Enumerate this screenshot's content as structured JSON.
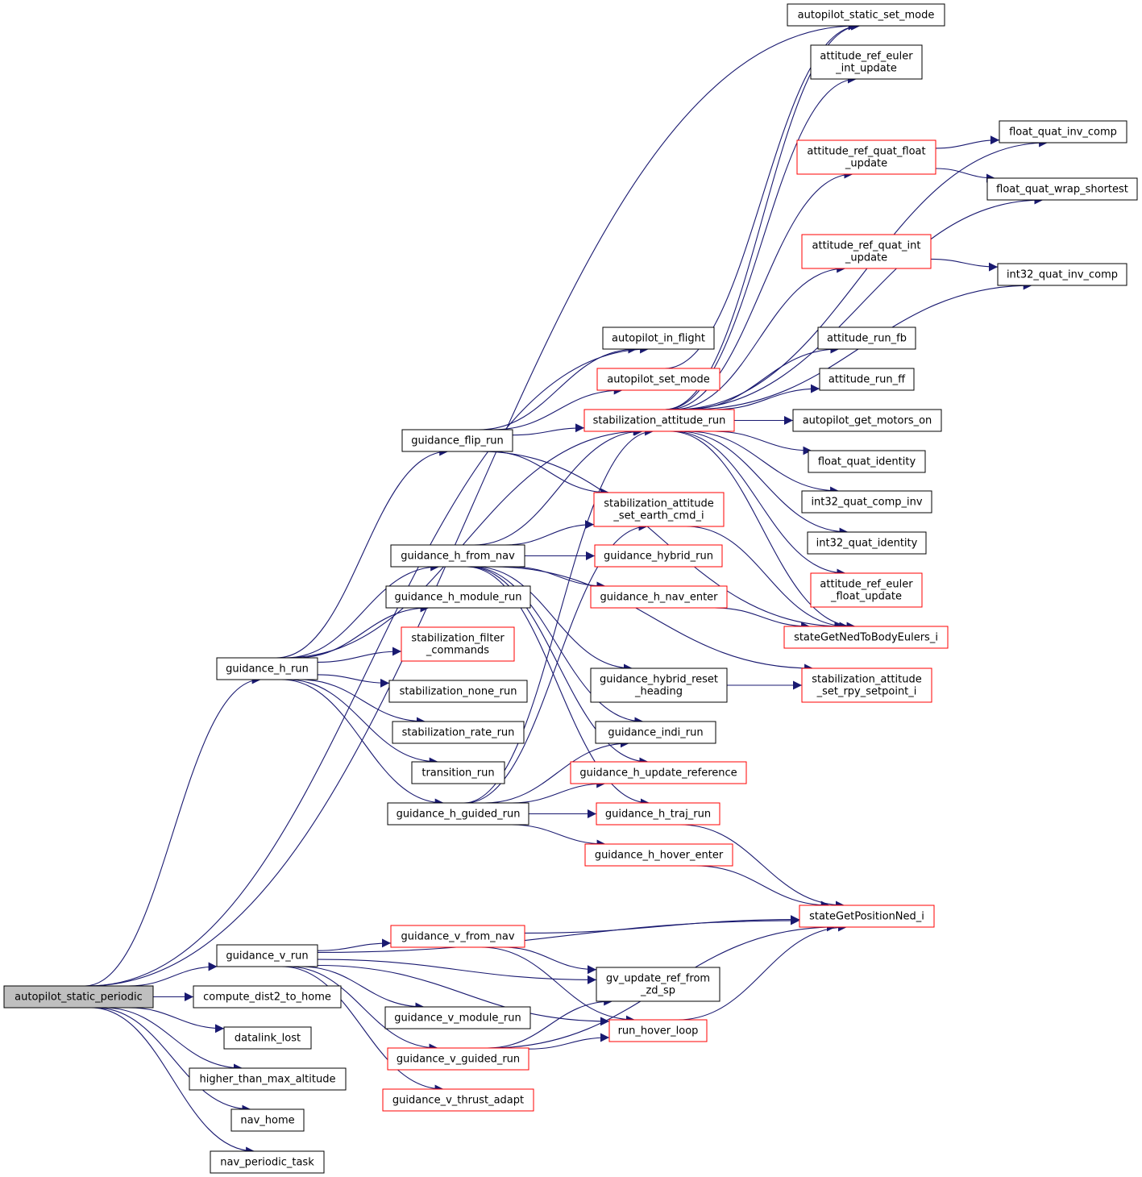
{
  "colors": {
    "edge": "#191970",
    "box_border_black": "#000000",
    "box_border_red": "#ff0000",
    "root_fill": "#bfbfbf",
    "box_fill": "#ffffff",
    "text": "#000000"
  },
  "nodes": [
    {
      "id": "root",
      "lines": [
        "autopilot_static_periodic"
      ],
      "border": "black",
      "root": true
    },
    {
      "id": "compute_dist2_to_home",
      "lines": [
        "compute_dist2_to_home"
      ],
      "border": "black"
    },
    {
      "id": "datalink_lost",
      "lines": [
        "datalink_lost"
      ],
      "border": "black"
    },
    {
      "id": "higher_than_max_altitude",
      "lines": [
        "higher_than_max_altitude"
      ],
      "border": "black"
    },
    {
      "id": "nav_home",
      "lines": [
        "nav_home"
      ],
      "border": "black"
    },
    {
      "id": "nav_periodic_task",
      "lines": [
        "nav_periodic_task"
      ],
      "border": "black"
    },
    {
      "id": "guidance_h_run",
      "lines": [
        "guidance_h_run"
      ],
      "border": "black"
    },
    {
      "id": "guidance_v_run",
      "lines": [
        "guidance_v_run"
      ],
      "border": "black"
    },
    {
      "id": "guidance_flip_run",
      "lines": [
        "guidance_flip_run"
      ],
      "border": "black"
    },
    {
      "id": "guidance_h_from_nav",
      "lines": [
        "guidance_h_from_nav"
      ],
      "border": "black"
    },
    {
      "id": "guidance_h_module_run",
      "lines": [
        "guidance_h_module_run"
      ],
      "border": "black"
    },
    {
      "id": "stabilization_filter_commands",
      "lines": [
        "stabilization_filter",
        "_commands"
      ],
      "border": "red"
    },
    {
      "id": "stabilization_none_run",
      "lines": [
        "stabilization_none_run"
      ],
      "border": "black"
    },
    {
      "id": "stabilization_rate_run",
      "lines": [
        "stabilization_rate_run"
      ],
      "border": "black"
    },
    {
      "id": "transition_run",
      "lines": [
        "transition_run"
      ],
      "border": "black"
    },
    {
      "id": "guidance_h_guided_run",
      "lines": [
        "guidance_h_guided_run"
      ],
      "border": "black"
    },
    {
      "id": "guidance_v_from_nav",
      "lines": [
        "guidance_v_from_nav"
      ],
      "border": "red"
    },
    {
      "id": "guidance_v_module_run",
      "lines": [
        "guidance_v_module_run"
      ],
      "border": "black"
    },
    {
      "id": "guidance_v_guided_run",
      "lines": [
        "guidance_v_guided_run"
      ],
      "border": "red"
    },
    {
      "id": "guidance_v_thrust_adapt",
      "lines": [
        "guidance_v_thrust_adapt"
      ],
      "border": "red"
    },
    {
      "id": "autopilot_in_flight",
      "lines": [
        "autopilot_in_flight"
      ],
      "border": "black"
    },
    {
      "id": "autopilot_set_mode",
      "lines": [
        "autopilot_set_mode"
      ],
      "border": "red"
    },
    {
      "id": "stabilization_attitude_run",
      "lines": [
        "stabilization_attitude_run"
      ],
      "border": "red"
    },
    {
      "id": "stabilization_attitude_set_earth_cmd_i",
      "lines": [
        "stabilization_attitude",
        "_set_earth_cmd_i"
      ],
      "border": "red"
    },
    {
      "id": "guidance_hybrid_run",
      "lines": [
        "guidance_hybrid_run"
      ],
      "border": "red"
    },
    {
      "id": "guidance_h_nav_enter",
      "lines": [
        "guidance_h_nav_enter"
      ],
      "border": "red"
    },
    {
      "id": "guidance_hybrid_reset_heading",
      "lines": [
        "guidance_hybrid_reset",
        "_heading"
      ],
      "border": "black"
    },
    {
      "id": "guidance_indi_run",
      "lines": [
        "guidance_indi_run"
      ],
      "border": "black"
    },
    {
      "id": "guidance_h_update_reference",
      "lines": [
        "guidance_h_update_reference"
      ],
      "border": "red"
    },
    {
      "id": "guidance_h_traj_run",
      "lines": [
        "guidance_h_traj_run"
      ],
      "border": "red"
    },
    {
      "id": "guidance_h_hover_enter",
      "lines": [
        "guidance_h_hover_enter"
      ],
      "border": "red"
    },
    {
      "id": "gv_update_ref_from_zd_sp",
      "lines": [
        "gv_update_ref_from",
        "_zd_sp"
      ],
      "border": "black"
    },
    {
      "id": "run_hover_loop",
      "lines": [
        "run_hover_loop"
      ],
      "border": "red"
    },
    {
      "id": "autopilot_static_set_mode",
      "lines": [
        "autopilot_static_set_mode"
      ],
      "border": "black"
    },
    {
      "id": "attitude_ref_euler_int_update",
      "lines": [
        "attitude_ref_euler",
        "_int_update"
      ],
      "border": "black"
    },
    {
      "id": "attitude_ref_quat_float_update",
      "lines": [
        "attitude_ref_quat_float",
        "_update"
      ],
      "border": "red"
    },
    {
      "id": "attitude_ref_quat_int_update",
      "lines": [
        "attitude_ref_quat_int",
        "_update"
      ],
      "border": "red"
    },
    {
      "id": "attitude_run_fb",
      "lines": [
        "attitude_run_fb"
      ],
      "border": "black"
    },
    {
      "id": "attitude_run_ff",
      "lines": [
        "attitude_run_ff"
      ],
      "border": "black"
    },
    {
      "id": "autopilot_get_motors_on",
      "lines": [
        "autopilot_get_motors_on"
      ],
      "border": "black"
    },
    {
      "id": "float_quat_identity",
      "lines": [
        "float_quat_identity"
      ],
      "border": "black"
    },
    {
      "id": "int32_quat_comp_inv",
      "lines": [
        "int32_quat_comp_inv"
      ],
      "border": "black"
    },
    {
      "id": "int32_quat_identity",
      "lines": [
        "int32_quat_identity"
      ],
      "border": "black"
    },
    {
      "id": "attitude_ref_euler_float_update",
      "lines": [
        "attitude_ref_euler",
        "_float_update"
      ],
      "border": "red"
    },
    {
      "id": "stateGetNedToBodyEulers_i",
      "lines": [
        "stateGetNedToBodyEulers_i"
      ],
      "border": "red"
    },
    {
      "id": "stabilization_attitude_set_rpy_setpoint_i",
      "lines": [
        "stabilization_attitude",
        "_set_rpy_setpoint_i"
      ],
      "border": "red"
    },
    {
      "id": "stateGetPositionNed_i",
      "lines": [
        "stateGetPositionNed_i"
      ],
      "border": "red"
    },
    {
      "id": "float_quat_inv_comp",
      "lines": [
        "float_quat_inv_comp"
      ],
      "border": "black"
    },
    {
      "id": "float_quat_wrap_shortest",
      "lines": [
        "float_quat_wrap_shortest"
      ],
      "border": "black"
    },
    {
      "id": "int32_quat_inv_comp",
      "lines": [
        "int32_quat_inv_comp"
      ],
      "border": "black"
    }
  ],
  "edges": [
    {
      "from": "root",
      "to": "autopilot_static_set_mode"
    },
    {
      "from": "root",
      "to": "autopilot_in_flight"
    },
    {
      "from": "root",
      "to": "guidance_h_run"
    },
    {
      "from": "root",
      "to": "guidance_v_run"
    },
    {
      "from": "root",
      "to": "compute_dist2_to_home"
    },
    {
      "from": "root",
      "to": "datalink_lost"
    },
    {
      "from": "root",
      "to": "higher_than_max_altitude"
    },
    {
      "from": "root",
      "to": "nav_home"
    },
    {
      "from": "root",
      "to": "nav_periodic_task"
    },
    {
      "from": "guidance_h_run",
      "to": "guidance_flip_run"
    },
    {
      "from": "guidance_h_run",
      "to": "stabilization_attitude_run"
    },
    {
      "from": "guidance_h_run",
      "to": "guidance_h_from_nav"
    },
    {
      "from": "guidance_h_run",
      "to": "guidance_h_module_run"
    },
    {
      "from": "guidance_h_run",
      "to": "stabilization_filter_commands"
    },
    {
      "from": "guidance_h_run",
      "to": "stabilization_none_run"
    },
    {
      "from": "guidance_h_run",
      "to": "stabilization_rate_run"
    },
    {
      "from": "guidance_h_run",
      "to": "transition_run"
    },
    {
      "from": "guidance_h_run",
      "to": "guidance_h_guided_run"
    },
    {
      "from": "guidance_flip_run",
      "to": "autopilot_in_flight"
    },
    {
      "from": "guidance_flip_run",
      "to": "autopilot_set_mode"
    },
    {
      "from": "guidance_flip_run",
      "to": "stabilization_attitude_run"
    },
    {
      "from": "guidance_flip_run",
      "to": "stabilization_attitude_set_earth_cmd_i"
    },
    {
      "from": "guidance_flip_run",
      "to": "stateGetNedToBodyEulers_i"
    },
    {
      "from": "guidance_h_from_nav",
      "to": "stabilization_attitude_run"
    },
    {
      "from": "guidance_h_from_nav",
      "to": "stabilization_attitude_set_earth_cmd_i"
    },
    {
      "from": "guidance_h_from_nav",
      "to": "guidance_hybrid_run"
    },
    {
      "from": "guidance_h_from_nav",
      "to": "guidance_h_nav_enter"
    },
    {
      "from": "guidance_h_from_nav",
      "to": "guidance_hybrid_reset_heading"
    },
    {
      "from": "guidance_h_from_nav",
      "to": "guidance_indi_run"
    },
    {
      "from": "guidance_h_from_nav",
      "to": "guidance_h_update_reference"
    },
    {
      "from": "guidance_h_from_nav",
      "to": "guidance_h_traj_run"
    },
    {
      "from": "guidance_h_from_nav",
      "to": "stabilization_attitude_set_rpy_setpoint_i"
    },
    {
      "from": "guidance_h_guided_run",
      "to": "stabilization_attitude_run"
    },
    {
      "from": "guidance_h_guided_run",
      "to": "stabilization_attitude_set_earth_cmd_i"
    },
    {
      "from": "guidance_h_guided_run",
      "to": "guidance_indi_run"
    },
    {
      "from": "guidance_h_guided_run",
      "to": "guidance_h_update_reference"
    },
    {
      "from": "guidance_h_guided_run",
      "to": "guidance_h_traj_run"
    },
    {
      "from": "guidance_h_guided_run",
      "to": "guidance_h_hover_enter"
    },
    {
      "from": "autopilot_set_mode",
      "to": "autopilot_static_set_mode"
    },
    {
      "from": "stabilization_attitude_run",
      "to": "autopilot_static_set_mode"
    },
    {
      "from": "stabilization_attitude_run",
      "to": "attitude_ref_euler_int_update"
    },
    {
      "from": "stabilization_attitude_run",
      "to": "float_quat_inv_comp"
    },
    {
      "from": "stabilization_attitude_run",
      "to": "attitude_ref_quat_float_update"
    },
    {
      "from": "stabilization_attitude_run",
      "to": "float_quat_wrap_shortest"
    },
    {
      "from": "stabilization_attitude_run",
      "to": "attitude_ref_quat_int_update"
    },
    {
      "from": "stabilization_attitude_run",
      "to": "int32_quat_inv_comp"
    },
    {
      "from": "stabilization_attitude_run",
      "to": "attitude_run_fb"
    },
    {
      "from": "stabilization_attitude_run",
      "to": "attitude_run_ff"
    },
    {
      "from": "stabilization_attitude_run",
      "to": "autopilot_get_motors_on"
    },
    {
      "from": "stabilization_attitude_run",
      "to": "float_quat_identity"
    },
    {
      "from": "stabilization_attitude_run",
      "to": "int32_quat_comp_inv"
    },
    {
      "from": "stabilization_attitude_run",
      "to": "int32_quat_identity"
    },
    {
      "from": "stabilization_attitude_run",
      "to": "attitude_ref_euler_float_update"
    },
    {
      "from": "stabilization_attitude_run",
      "to": "stateGetNedToBodyEulers_i"
    },
    {
      "from": "attitude_ref_quat_float_update",
      "to": "float_quat_inv_comp"
    },
    {
      "from": "attitude_ref_quat_float_update",
      "to": "float_quat_wrap_shortest"
    },
    {
      "from": "attitude_ref_quat_int_update",
      "to": "int32_quat_inv_comp"
    },
    {
      "from": "stabilization_attitude_set_earth_cmd_i",
      "to": "stateGetNedToBodyEulers_i"
    },
    {
      "from": "guidance_h_nav_enter",
      "to": "stateGetNedToBodyEulers_i"
    },
    {
      "from": "guidance_hybrid_reset_heading",
      "to": "stabilization_attitude_set_rpy_setpoint_i"
    },
    {
      "from": "guidance_h_traj_run",
      "to": "stateGetPositionNed_i"
    },
    {
      "from": "guidance_h_hover_enter",
      "to": "stateGetPositionNed_i"
    },
    {
      "from": "guidance_v_run",
      "to": "stateGetPositionNed_i"
    },
    {
      "from": "guidance_v_run",
      "to": "guidance_v_from_nav"
    },
    {
      "from": "guidance_v_run",
      "to": "gv_update_ref_from_zd_sp"
    },
    {
      "from": "guidance_v_run",
      "to": "guidance_v_module_run"
    },
    {
      "from": "guidance_v_run",
      "to": "guidance_v_guided_run"
    },
    {
      "from": "guidance_v_run",
      "to": "guidance_v_thrust_adapt"
    },
    {
      "from": "guidance_v_run",
      "to": "run_hover_loop"
    },
    {
      "from": "guidance_v_from_nav",
      "to": "stateGetPositionNed_i"
    },
    {
      "from": "guidance_v_from_nav",
      "to": "gv_update_ref_from_zd_sp"
    },
    {
      "from": "guidance_v_from_nav",
      "to": "run_hover_loop"
    },
    {
      "from": "guidance_v_guided_run",
      "to": "gv_update_ref_from_zd_sp"
    },
    {
      "from": "guidance_v_guided_run",
      "to": "run_hover_loop"
    },
    {
      "from": "guidance_v_guided_run",
      "to": "stateGetPositionNed_i"
    },
    {
      "from": "run_hover_loop",
      "to": "stateGetPositionNed_i"
    }
  ]
}
